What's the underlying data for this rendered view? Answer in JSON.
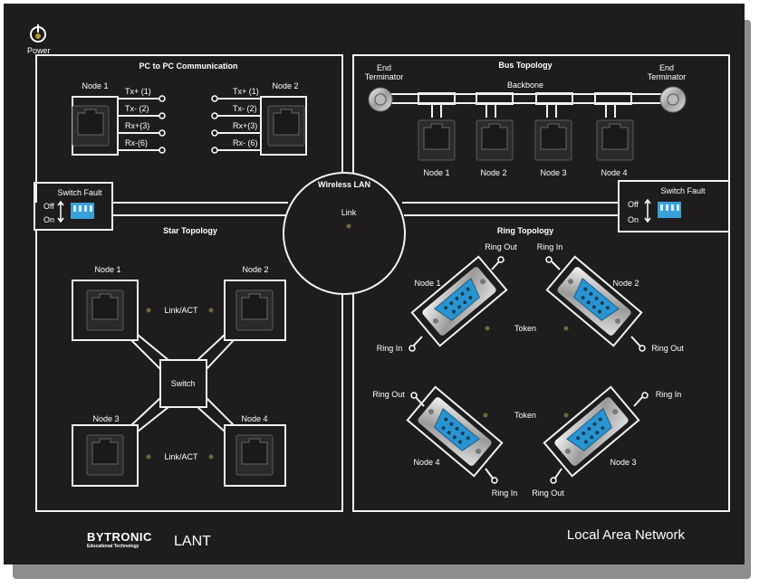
{
  "panel": {
    "power_label": "Power",
    "brand": "BYTRONIC",
    "brand_sub": "Educational Technology",
    "product": "LANT",
    "title": "Local Area Network",
    "colors": {
      "panel": "#1e1c1d",
      "line": "#f2f2f2",
      "dip_switch": "#3aa0d8",
      "led": "#6b6a3a"
    }
  },
  "pc_to_pc": {
    "title": "PC to PC Communication",
    "node1": "Node 1",
    "node2": "Node 2",
    "pins_left": [
      "Tx+ (1)",
      "Tx- (2)",
      "Rx+(3)",
      "Rx-(6)"
    ],
    "pins_right": [
      "Tx+ (1)",
      "Tx-  (2)",
      "Rx+(3)",
      "Rx- (6)"
    ]
  },
  "switch_fault_left": {
    "title": "Switch Fault",
    "off": "Off",
    "on": "On"
  },
  "switch_fault_right": {
    "title": "Switch Fault",
    "off": "Off",
    "on": "On"
  },
  "wireless": {
    "title": "Wireless LAN",
    "link": "Link"
  },
  "bus": {
    "title": "Bus Topology",
    "backbone": "Backbone",
    "terminator_left": [
      "End",
      "Terminator"
    ],
    "terminator_right": [
      "End",
      "Terminator"
    ],
    "nodes": [
      "Node 1",
      "Node 2",
      "Node 3",
      "Node 4"
    ]
  },
  "star": {
    "title": "Star Topology",
    "nodes": [
      "Node 1",
      "Node 2",
      "Node 3",
      "Node 4"
    ],
    "link_act": "Link/ACT",
    "switch": "Switch"
  },
  "ring": {
    "title": "Ring Topology",
    "ring_out": "Ring Out",
    "ring_in": "Ring In",
    "token": "Token",
    "nodes": [
      "Node 1",
      "Node 2",
      "Node 3",
      "Node 4"
    ]
  }
}
